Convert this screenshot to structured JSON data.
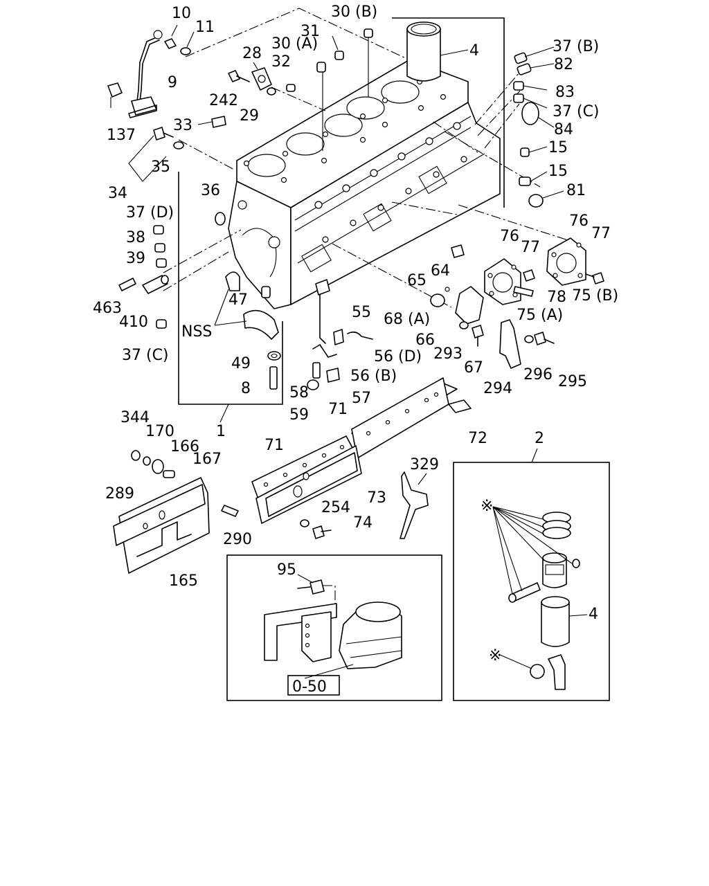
{
  "callouts": {
    "c10": "10",
    "c11": "11",
    "c9": "9",
    "c137": "137",
    "c30b": "30 (B)",
    "c31": "31",
    "c30a": "30 (A)",
    "c28": "28",
    "c32": "32",
    "c242": "242",
    "c29": "29",
    "c33": "33",
    "c4_top": "4",
    "c37b": "37 (B)",
    "c82": "82",
    "c83": "83",
    "c37c_top": "37 (C)",
    "c84": "84",
    "c15_a": "15",
    "c15_b": "15",
    "c81": "81",
    "c35": "35",
    "c34": "34",
    "c36": "36",
    "c37d": "37 (D)",
    "c38": "38",
    "c39": "39",
    "c463": "463",
    "c410": "410",
    "c47": "47",
    "cNSS": "NSS",
    "c37c_left": "37 (C)",
    "c49": "49",
    "c8": "8",
    "c64": "64",
    "c65": "65",
    "c68a": "68 (A)",
    "c66": "66",
    "c293": "293",
    "c67": "67",
    "c294": "294",
    "c76_a": "76",
    "c77_a": "77",
    "c76_b": "76",
    "c77_b": "77",
    "c78": "78",
    "c75a": "75 (A)",
    "c75b": "75 (B)",
    "c296": "296",
    "c295": "295",
    "c55": "55",
    "c56d": "56 (D)",
    "c56b": "56 (B)",
    "c58": "58",
    "c57": "57",
    "c59": "59",
    "c1": "1",
    "c71_a": "71",
    "c72": "72",
    "c71_b": "71",
    "c73": "73",
    "c254": "254",
    "c74": "74",
    "c329": "329",
    "c344": "344",
    "c170": "170",
    "c166": "166",
    "c167": "167",
    "c289": "289",
    "c290": "290",
    "c165": "165",
    "c2": "2",
    "c4_box": "4",
    "star_a": "※",
    "star_b": "※",
    "c95": "95",
    "ref_box": "0-50"
  }
}
